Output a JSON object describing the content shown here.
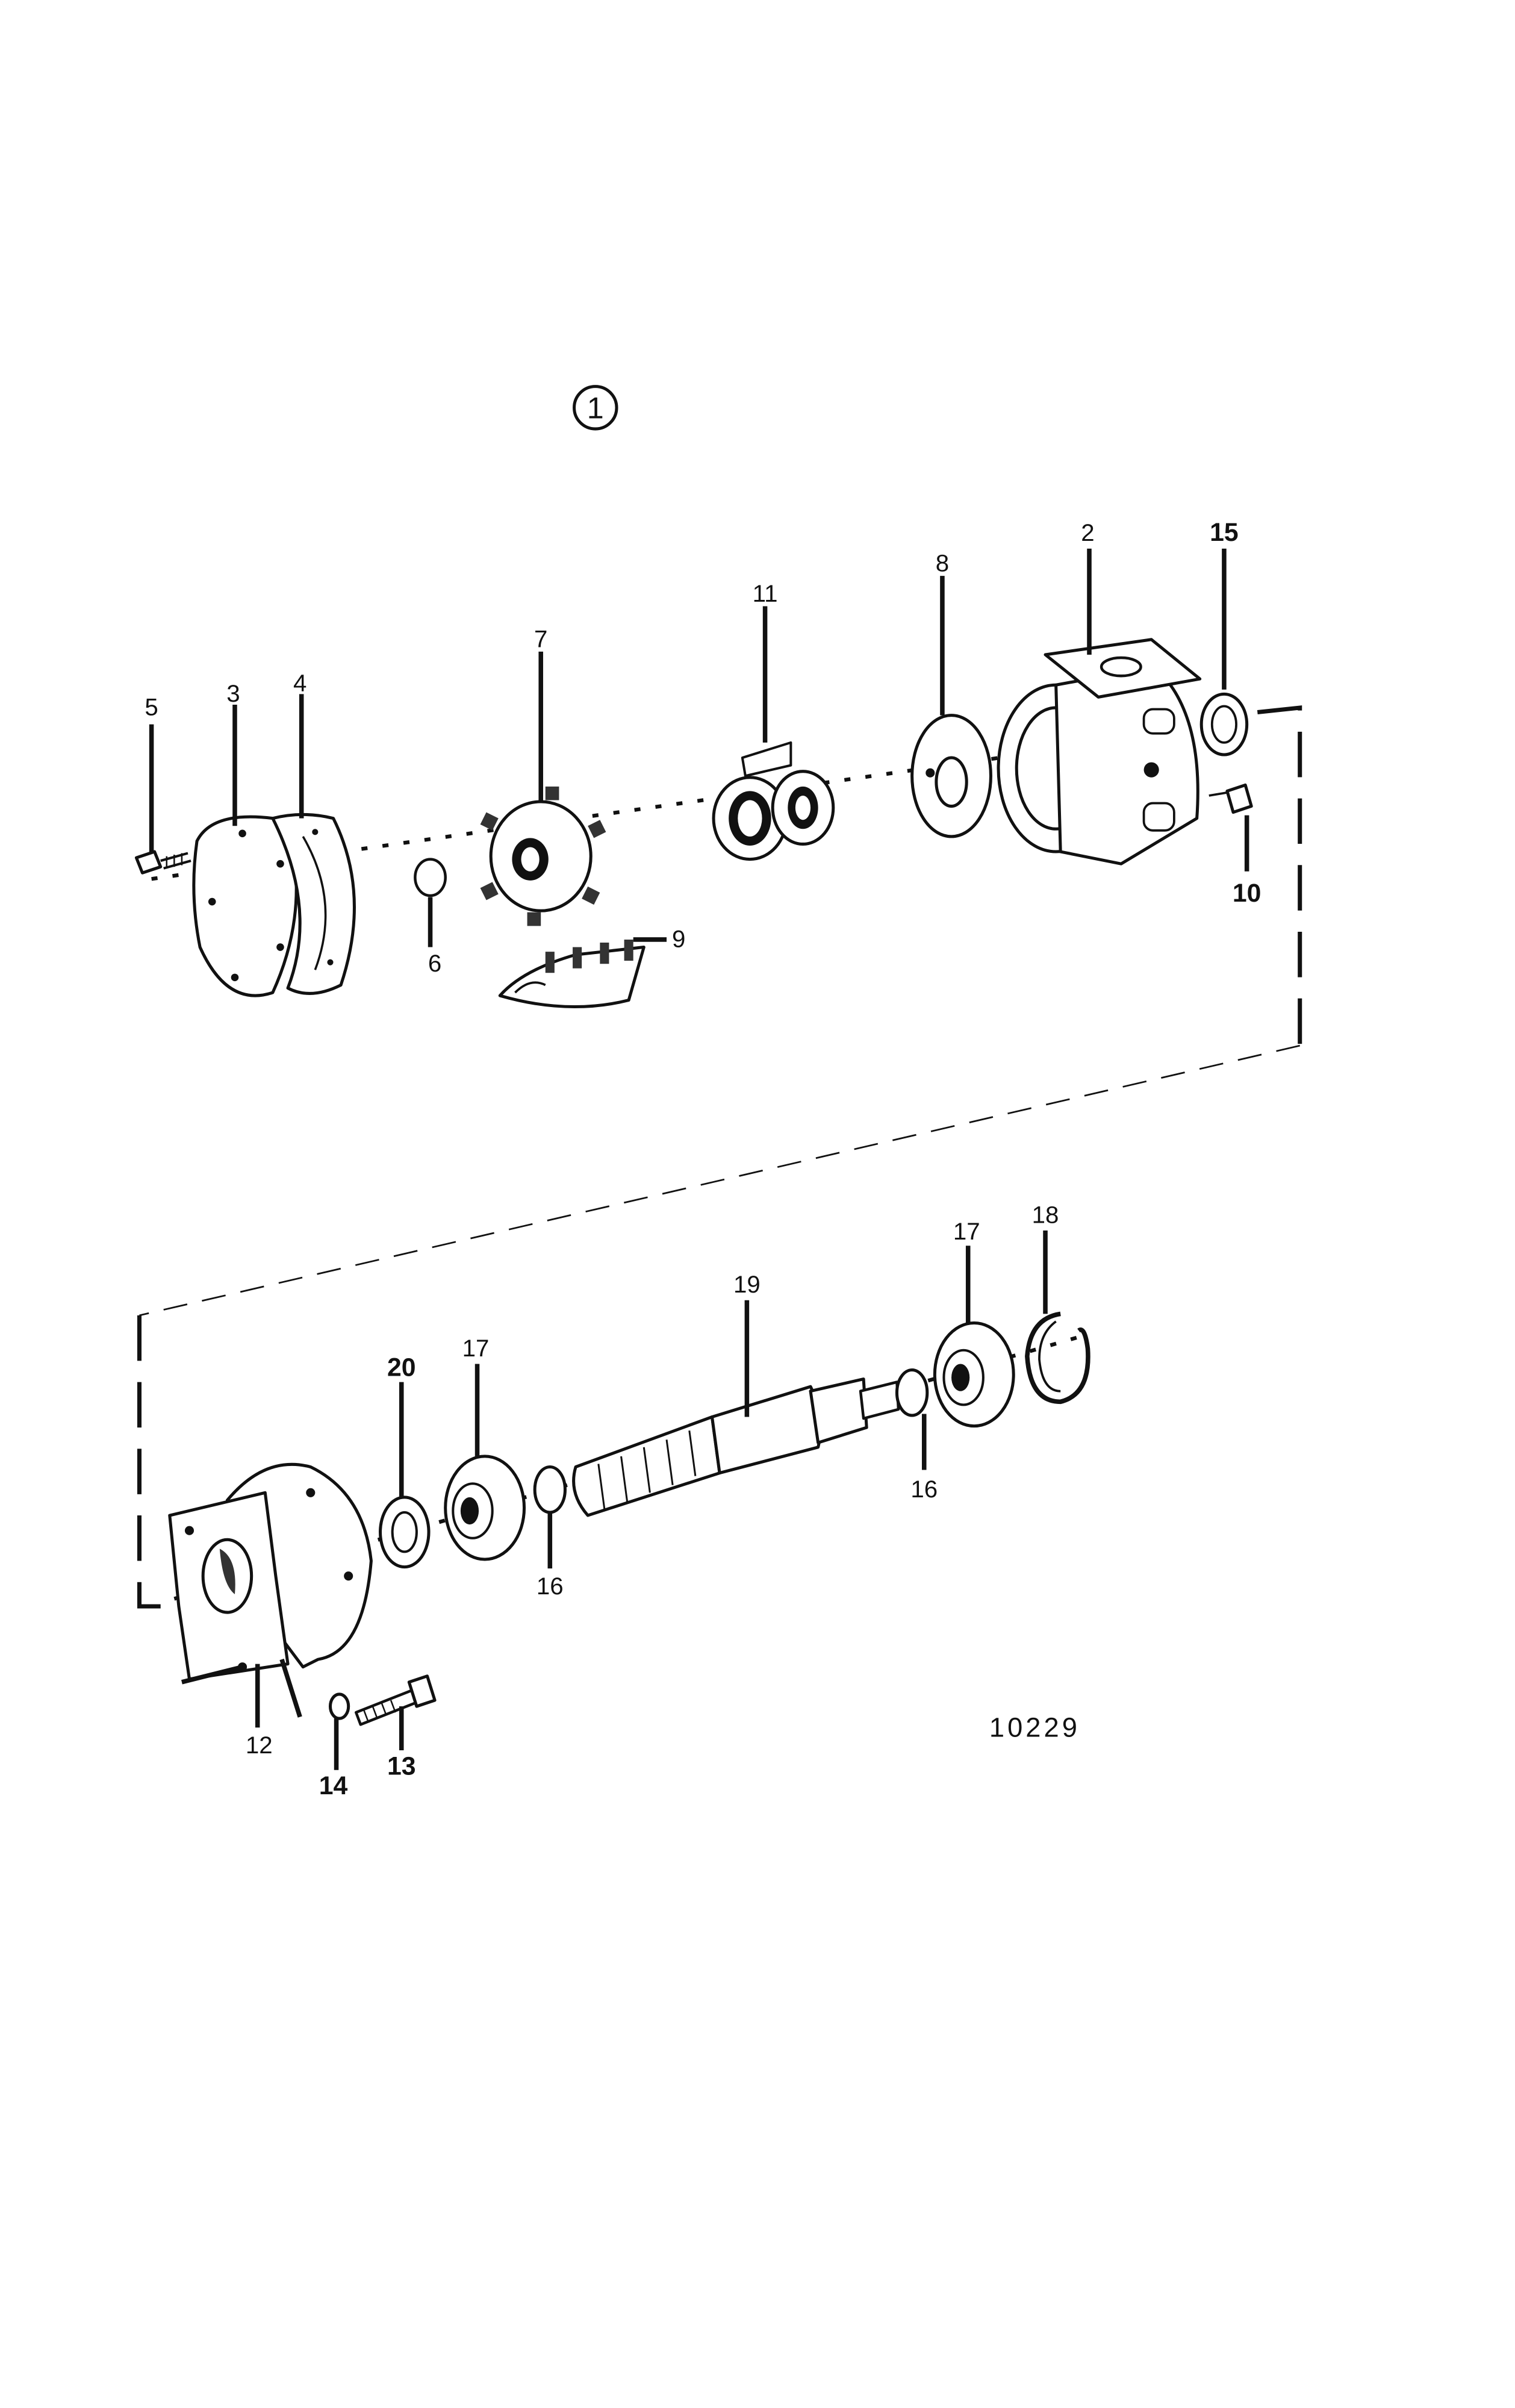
{
  "diagram": {
    "view_number": "1",
    "drawing_number": "10229",
    "callouts": [
      {
        "id": "c2",
        "label": "2",
        "bold": false
      },
      {
        "id": "c3",
        "label": "3",
        "bold": false
      },
      {
        "id": "c4",
        "label": "4",
        "bold": false
      },
      {
        "id": "c5",
        "label": "5",
        "bold": false
      },
      {
        "id": "c6",
        "label": "6",
        "bold": false
      },
      {
        "id": "c7",
        "label": "7",
        "bold": false
      },
      {
        "id": "c8",
        "label": "8",
        "bold": false
      },
      {
        "id": "c9",
        "label": "9",
        "bold": false
      },
      {
        "id": "c10",
        "label": "10",
        "bold": true
      },
      {
        "id": "c11",
        "label": "11",
        "bold": false
      },
      {
        "id": "c12",
        "label": "12",
        "bold": false
      },
      {
        "id": "c13",
        "label": "13",
        "bold": true
      },
      {
        "id": "c14",
        "label": "14",
        "bold": true
      },
      {
        "id": "c15",
        "label": "15",
        "bold": true
      },
      {
        "id": "c16a",
        "label": "16",
        "bold": false
      },
      {
        "id": "c16b",
        "label": "16",
        "bold": false
      },
      {
        "id": "c17a",
        "label": "17",
        "bold": false
      },
      {
        "id": "c17b",
        "label": "17",
        "bold": false
      },
      {
        "id": "c18",
        "label": "18",
        "bold": false
      },
      {
        "id": "c19",
        "label": "19",
        "bold": false
      },
      {
        "id": "c20",
        "label": "20",
        "bold": true
      }
    ]
  }
}
